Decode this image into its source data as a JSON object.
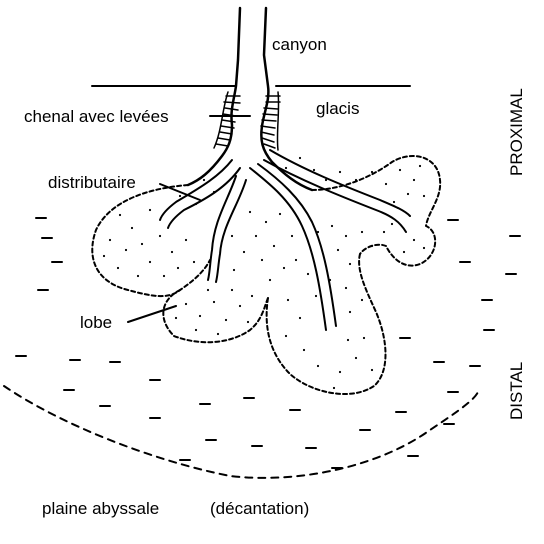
{
  "labels": {
    "canyon": "canyon",
    "glacis": "glacis",
    "chenal": "chenal avec levées",
    "distributaire": "distributaire",
    "lobe": "lobe",
    "plaine": "plaine abyssale",
    "decantation": "(décantation)",
    "proximal": "PROXIMAL",
    "distal": "DISTAL"
  }
}
